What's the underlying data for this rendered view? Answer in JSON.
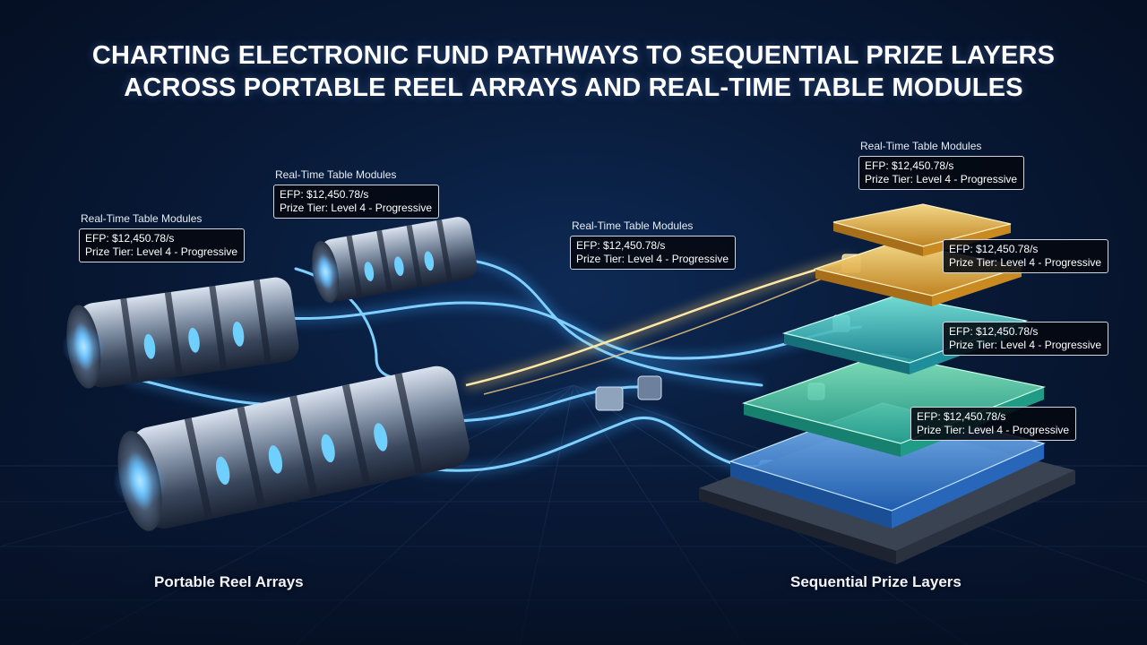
{
  "title": {
    "line1": "CHARTING ELECTRONIC FUND PATHWAYS TO SEQUENTIAL PRIZE LAYERS",
    "line2": "ACROSS PORTABLE REEL ARRAYS AND REAL-TIME TABLE MODULES"
  },
  "callouts": [
    {
      "heading": "Real-Time Table Modules",
      "efp": "EFP: $12,450.78/s",
      "tier": "Prize Tier: Level 4 - Progressive"
    },
    {
      "heading": "Real-Time Table Modules",
      "efp": "EFP: $12,450.78/s",
      "tier": "Prize Tier: Level 4 - Progressive"
    },
    {
      "heading": "Real-Time Table Modules",
      "efp": "EFP: $12,450.78/s",
      "tier": "Prize Tier: Level 4 - Progressive"
    },
    {
      "heading": "Real-Time Table Modules",
      "efp": "EFP: $12,450.78/s",
      "tier": "Prize Tier: Level 4 - Progressive"
    },
    {
      "heading": "",
      "efp": "EFP: $12,450.78/s",
      "tier": "Prize Tier: Level 4 - Progressive"
    },
    {
      "heading": "",
      "efp": "EFP: $12,450.78/s",
      "tier": "Prize Tier: Level 4 - Progressive"
    },
    {
      "heading": "",
      "efp": "EFP: $12,450.78/s",
      "tier": "Prize Tier: Level 4 - Progressive"
    }
  ],
  "labels": {
    "left": "Portable Reel Arrays",
    "right": "Sequential Prize Layers"
  },
  "colors": {
    "background": "#081a38",
    "stream_blue": "#4fb6ff",
    "stream_gold": "#ffd27a",
    "layer_gold": "#e9b94a",
    "layer_teal": "#2fc7c0",
    "layer_green": "#3fd6a0",
    "layer_blue": "#2f8fe8"
  }
}
